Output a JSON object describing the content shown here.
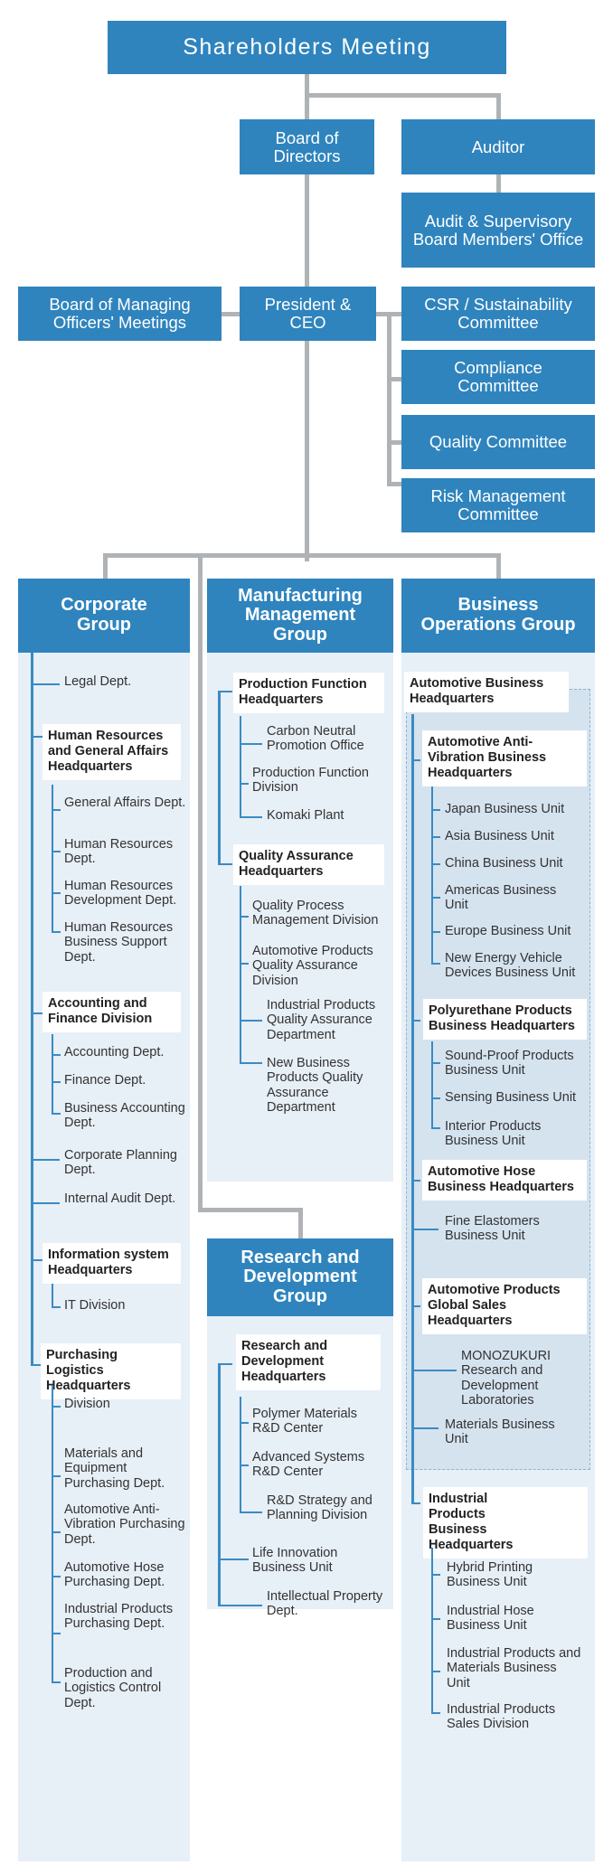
{
  "top": {
    "shareholders": "Shareholders Meeting",
    "board": "Board of Directors",
    "auditor": "Auditor",
    "audit_office": "Audit & Supervisory Board Members' Office",
    "managing": "Board of Managing Officers' Meetings",
    "ceo": "President & CEO",
    "csr": "CSR / Sustainability Committee",
    "compliance": "Compliance Committee",
    "quality": "Quality Committee",
    "risk": "Risk Management Committee"
  },
  "corporate": {
    "title": "Corporate Group",
    "legal": "Legal Dept.",
    "hr_hq": "Human Resources and General Affairs Headquarters",
    "hr_items": [
      "General Affairs Dept.",
      "Human Resources Dept.",
      "Human Resources Development Dept.",
      "Human Resources Business Support Dept."
    ],
    "acc_div": "Accounting and Finance Division",
    "acc_items": [
      "Accounting Dept.",
      "Finance Dept.",
      "Business Accounting Dept."
    ],
    "corp_planning": "Corporate Planning Dept.",
    "internal_audit": "Internal Audit Dept.",
    "is_hq": "Information system Headquarters",
    "is_items": [
      "IT Division"
    ],
    "pl_hq": "Purchasing Logistics Headquarters",
    "pl_items": [
      "Division",
      "Materials and Equipment Purchasing Dept.",
      "Automotive Anti-Vibration Purchasing Dept.",
      "Automotive Hose Purchasing Dept.",
      "Industrial Products Purchasing Dept.",
      "Production and Logistics Control Dept."
    ]
  },
  "manufacturing": {
    "title": "Manufacturing Management Group",
    "pf_hq": "Production Function Headquarters",
    "pf_items": [
      "Carbon Neutral Promotion Office",
      "Production Function Division",
      "Komaki Plant"
    ],
    "qa_hq": "Quality Assurance Headquarters",
    "qa_items": [
      "Quality Process Management Division",
      "Automotive Products Quality Assurance Division",
      "Industrial Products Quality Assurance Department",
      "New Business Products Quality Assurance Department"
    ]
  },
  "rd": {
    "title": "Research and Development Group",
    "rd_hq": "Research and Development Headquarters",
    "rd_items": [
      "Polymer Materials R&D Center",
      "Advanced Systems R&D Center",
      "R&D Strategy and Planning Division"
    ],
    "life": "Life Innovation Business Unit",
    "ip": "Intellectual Property Dept."
  },
  "business": {
    "title": "Business Operations Group",
    "auto_hq": "Automotive Business Headquarters",
    "av_hq": "Automotive Anti-Vibration Business Headquarters",
    "av_items": [
      "Japan Business Unit",
      "Asia Business Unit",
      "China Business Unit",
      "Americas Business Unit",
      "Europe Business Unit",
      "New Energy Vehicle Devices Business Unit"
    ],
    "pu_hq": "Polyurethane Products Business Headquarters",
    "pu_items": [
      "Sound-Proof Products Business Unit",
      "Sensing Business Unit",
      "Interior Products Business Unit"
    ],
    "hose_hq": "Automotive Hose Business Headquarters",
    "hose_items": [
      "Fine Elastomers Business Unit"
    ],
    "gs_hq": "Automotive Products Global Sales Headquarters",
    "gs_items": [
      "MONOZUKURI Research and Development Laboratories",
      "Materials Business Unit"
    ],
    "ind_hq": "Industrial Products Business Headquarters",
    "ind_items": [
      "Hybrid Printing Business Unit",
      "Industrial Hose Business Unit",
      "Industrial Products and Materials Business Unit",
      "Industrial Products Sales Division"
    ]
  },
  "colors": {
    "box": "#2f84be",
    "panel": "#e7eff7",
    "subpanel": "#d5e3ef",
    "connector": "#b0b3b6",
    "tree_line": "#3a8bc3"
  }
}
